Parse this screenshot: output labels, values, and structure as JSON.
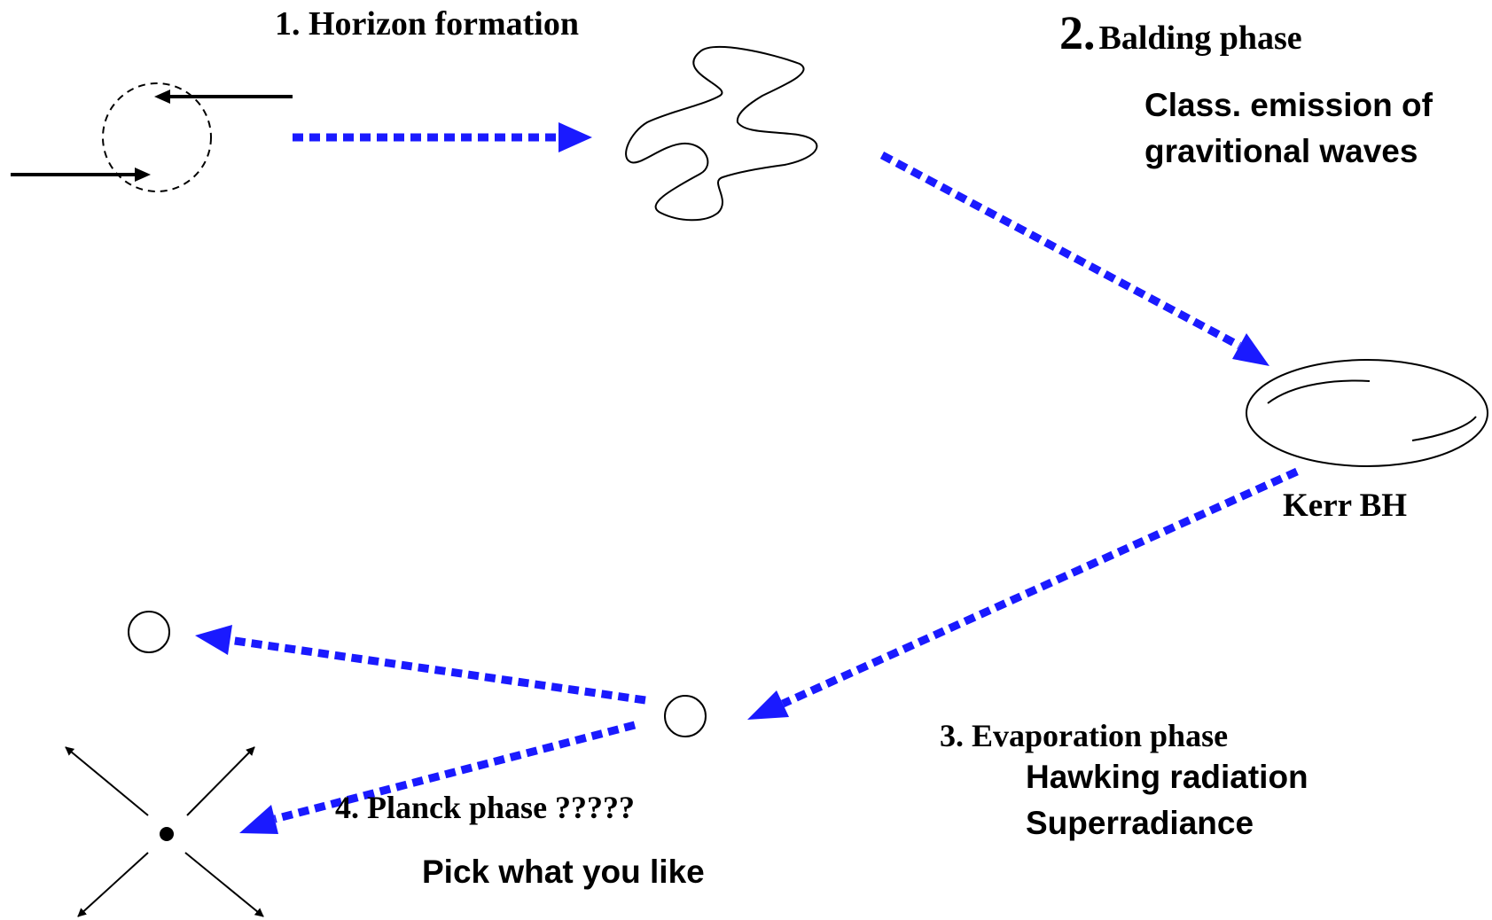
{
  "stages": {
    "horizon": {
      "title": "1. Horizon formation"
    },
    "balding": {
      "number": "2.",
      "title": "Balding phase",
      "detail_line1": "Class. emission of",
      "detail_line2": "gravitional waves"
    },
    "kerr": {
      "label": "Kerr BH"
    },
    "evaporation": {
      "title": "3. Evaporation phase",
      "item1": "Hawking radiation",
      "item2": "Superradiance"
    },
    "planck": {
      "title": "4. Planck phase ?????",
      "note": "Pick what you like"
    }
  },
  "colors": {
    "flow_arrow": "#1a1aff",
    "ink": "#000000"
  }
}
